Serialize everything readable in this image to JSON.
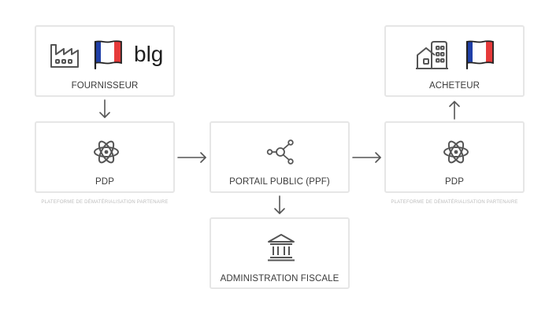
{
  "nodes": {
    "supplier": {
      "label": "FOURNISSEUR",
      "brand": "blg"
    },
    "pdp_left": {
      "label": "PDP",
      "caption": "PLATEFORME DE DÉMATÉRIALISATION PARTENAIRE"
    },
    "portal": {
      "label": "PORTAIL PUBLIC (PPF)"
    },
    "administration": {
      "label": "ADMINISTRATION FISCALE"
    },
    "buyer": {
      "label": "ACHETEUR"
    },
    "pdp_right": {
      "label": "PDP",
      "caption": "PLATEFORME DE DÉMATÉRIALISATION PARTENAIRE"
    }
  },
  "colors": {
    "border": "#e6e6e6",
    "text": "#3a3a3a",
    "caption": "#bdbdbd",
    "icon": "#555555",
    "flag_blue": "#1f3fa8",
    "flag_red": "#e63a3a"
  },
  "icons": {
    "factory": "factory-icon",
    "flag": "france-flag-icon",
    "atom": "atom-icon",
    "network": "network-hub-icon",
    "bank": "government-building-icon",
    "buildings": "buildings-icon"
  }
}
